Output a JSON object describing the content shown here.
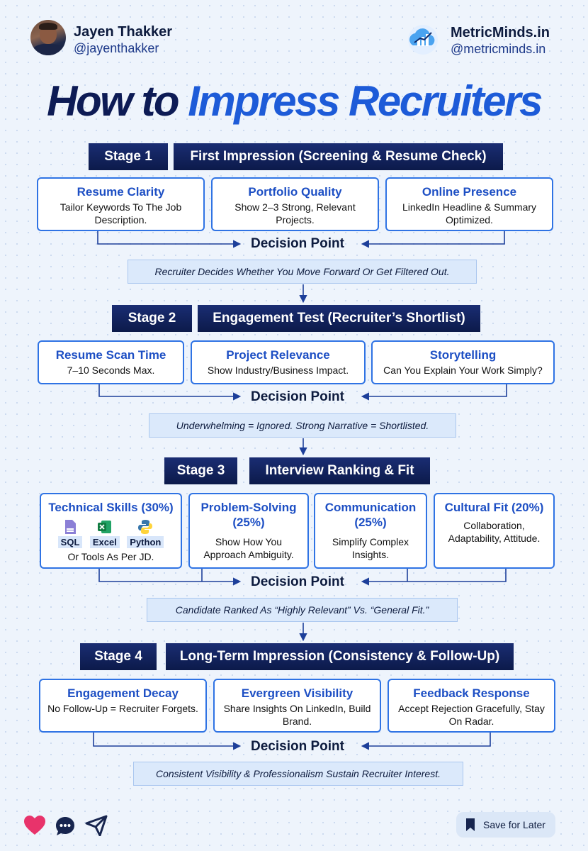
{
  "header": {
    "author_name": "Jayen Thakker",
    "author_handle": "@jayenthakker",
    "brand_name": "MetricMinds.in",
    "brand_handle": "@metricminds.in"
  },
  "title": {
    "part1": "How to",
    "part2": "Impress Recruiters"
  },
  "decision_label": "Decision Point",
  "stages": [
    {
      "label": "Stage 1",
      "title": "First Impression (Screening & Resume Check)",
      "cards": [
        {
          "title": "Resume Clarity",
          "desc": "Tailor Keywords To The Job Description."
        },
        {
          "title": "Portfolio Quality",
          "desc": "Show 2–3 Strong, Relevant Projects."
        },
        {
          "title": "Online Presence",
          "desc": "LinkedIn Headline & Summary Optimized."
        }
      ],
      "note": "Recruiter Decides Whether You Move Forward Or Get Filtered Out."
    },
    {
      "label": "Stage 2",
      "title": "Engagement Test (Recruiter’s Shortlist)",
      "cards": [
        {
          "title": "Resume Scan Time",
          "desc": "7–10 Seconds Max."
        },
        {
          "title": "Project Relevance",
          "desc": "Show Industry/Business Impact."
        },
        {
          "title": "Storytelling",
          "desc": "Can You Explain Your Work Simply?"
        }
      ],
      "note": "Underwhelming = Ignored. Strong Narrative = Shortlisted."
    },
    {
      "label": "Stage 3",
      "title": "Interview Ranking & Fit",
      "cards": [
        {
          "title": "Technical Skills (30%)",
          "desc": "Or Tools As Per JD.",
          "tools": [
            "SQL",
            "Excel",
            "Python"
          ]
        },
        {
          "title": "Problem-Solving (25%)",
          "desc": "Show How You Approach Ambiguity."
        },
        {
          "title": "Communication (25%)",
          "desc": "Simplify Complex Insights."
        },
        {
          "title": "Cultural Fit (20%)",
          "desc": "Collaboration, Adaptability, Attitude."
        }
      ],
      "note": "Candidate Ranked As “Highly Relevant” Vs. “General Fit.”"
    },
    {
      "label": "Stage 4",
      "title": "Long-Term Impression (Consistency & Follow-Up)",
      "cards": [
        {
          "title": "Engagement Decay",
          "desc": "No Follow-Up = Recruiter Forgets."
        },
        {
          "title": "Evergreen Visibility",
          "desc": "Share Insights On LinkedIn, Build Brand."
        },
        {
          "title": "Feedback Response",
          "desc": "Accept Rejection Gracefully, Stay On Radar."
        }
      ],
      "note": "Consistent Visibility & Professionalism Sustain Recruiter Interest."
    }
  ],
  "footer": {
    "save_label": "Save for Later"
  },
  "colors": {
    "navy": "#0d1b55",
    "accent_blue": "#1d5bd8",
    "card_border": "#2f73e4",
    "like": "#e8336b"
  }
}
